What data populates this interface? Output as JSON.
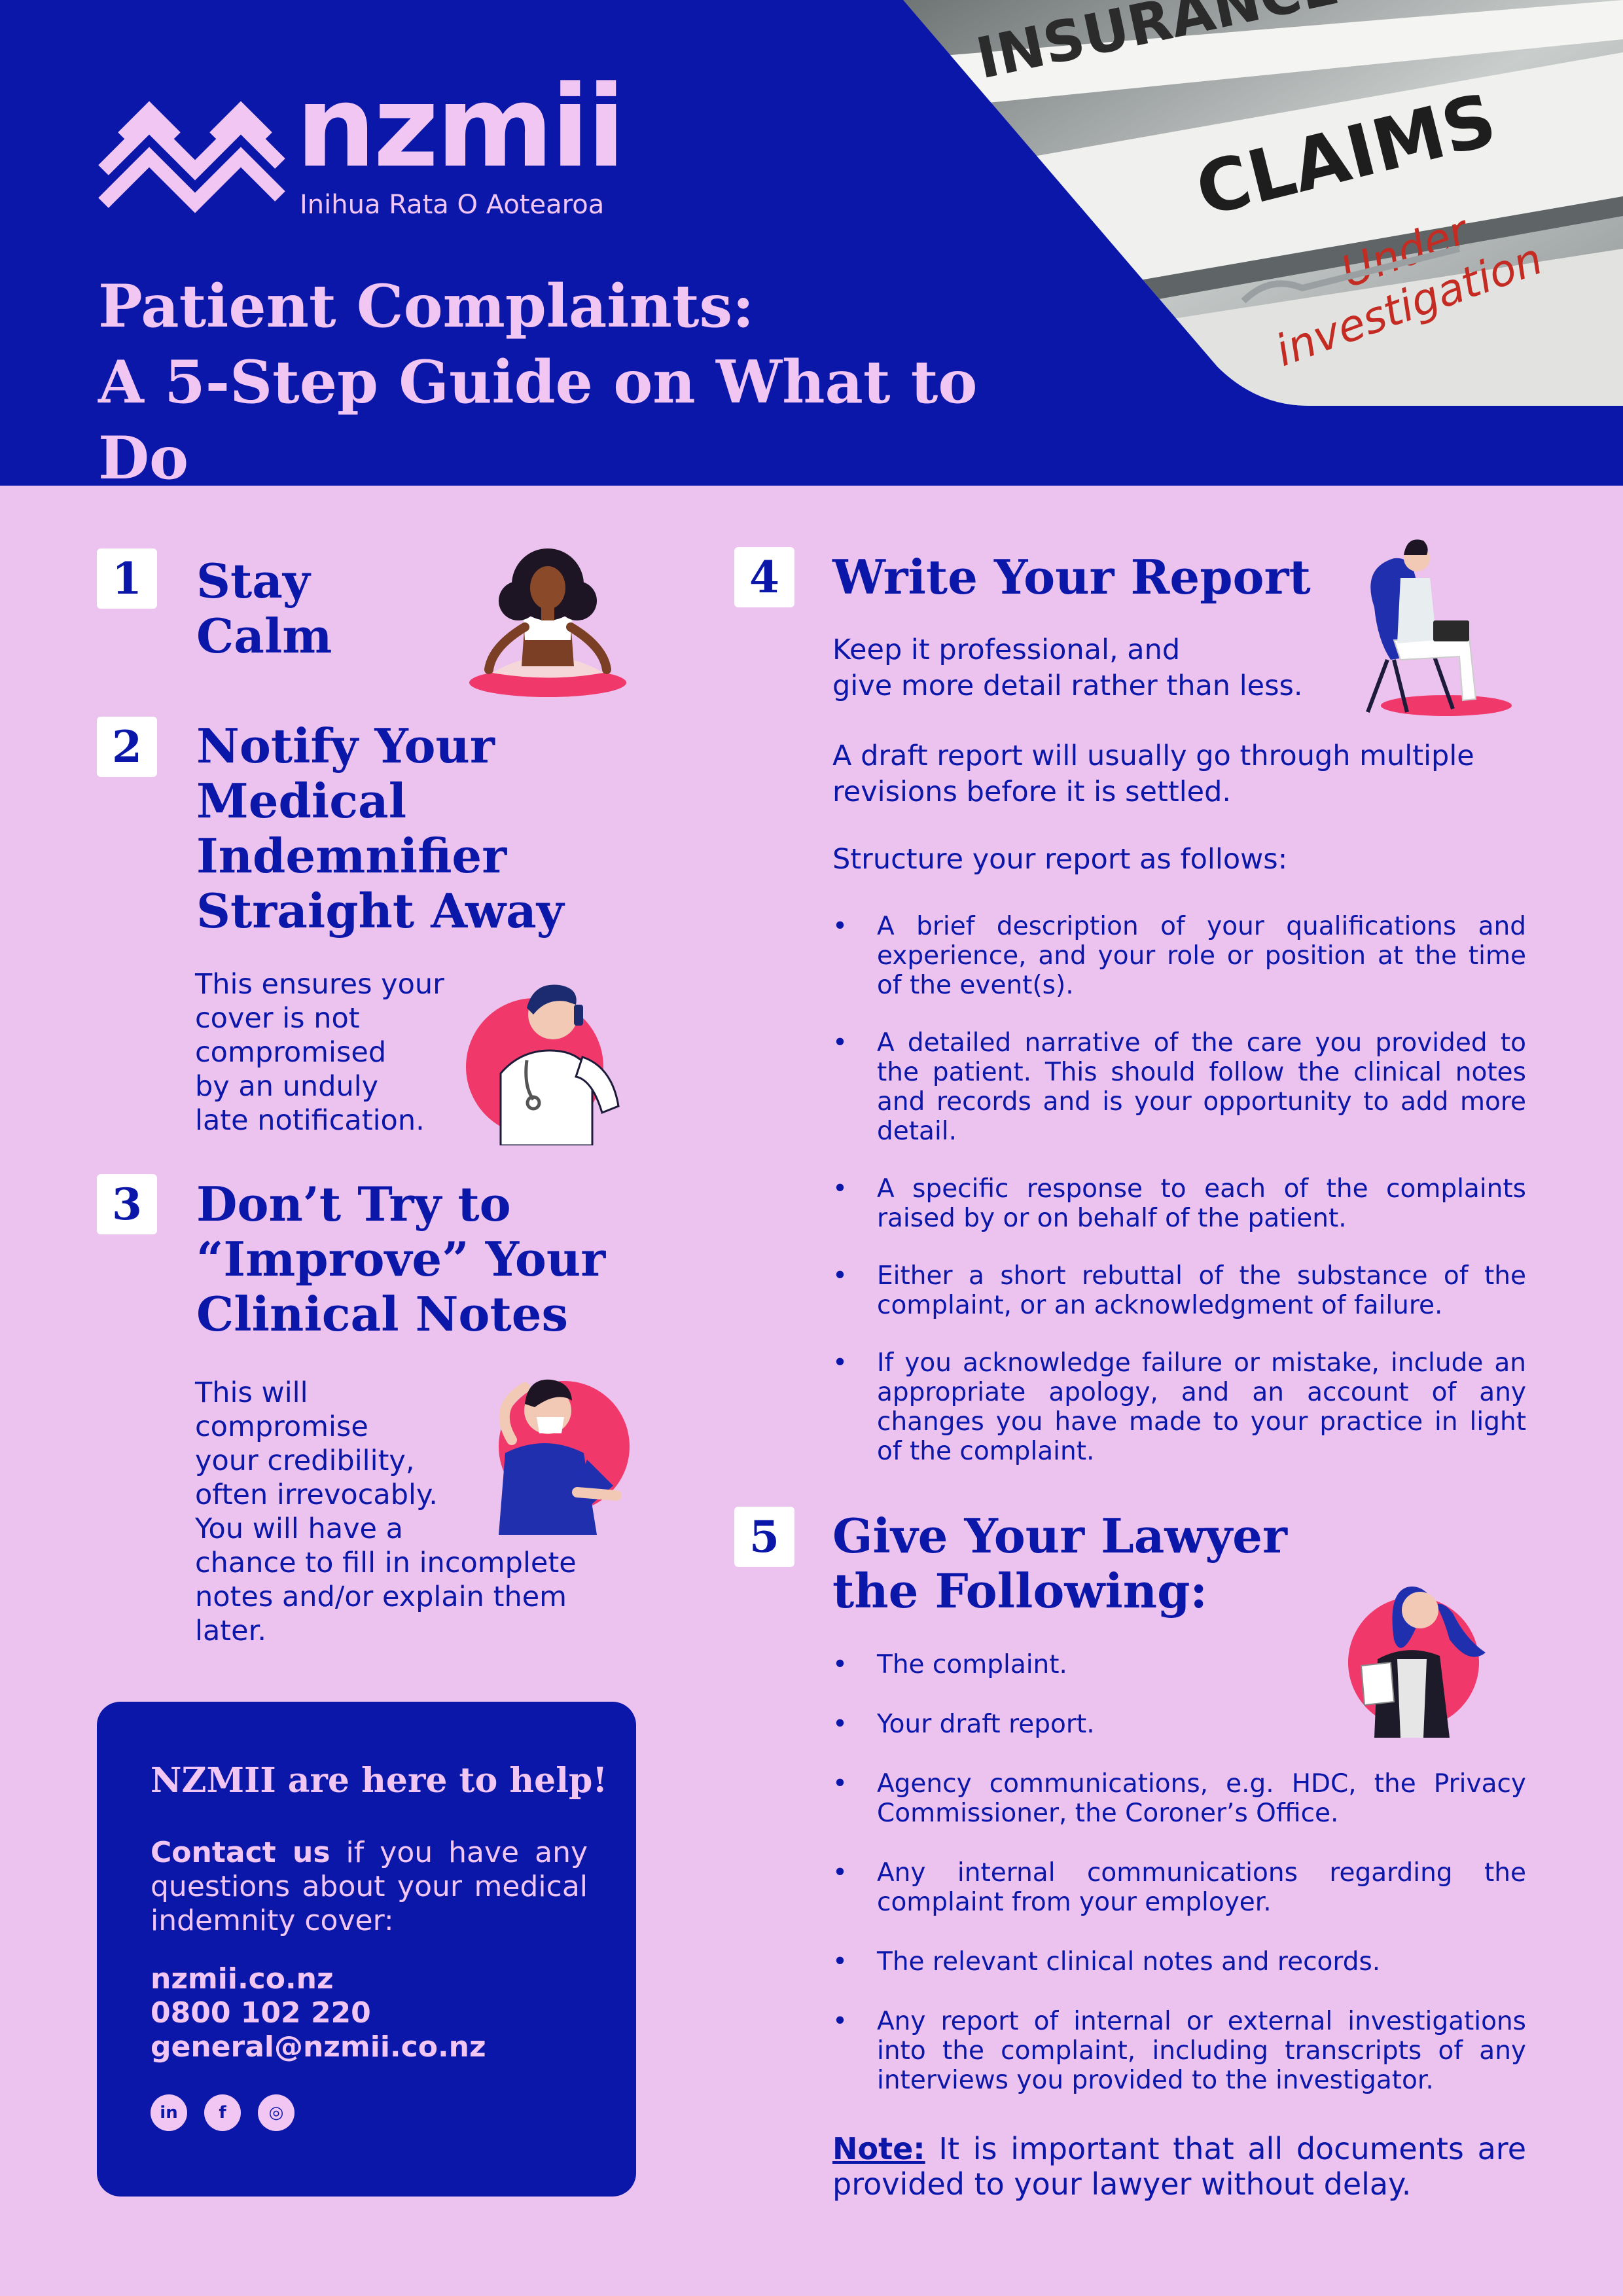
{
  "header": {
    "brand": "nzmii",
    "tagline": "Inihua Rata O Aotearoa",
    "title_line1": "Patient Complaints:",
    "title_line2": "A 5-Step Guide on What to Do",
    "photo_words": {
      "insurance": "INSURANCE",
      "claims": "CLAIMS",
      "under": "Under",
      "investigation": "investigation"
    }
  },
  "steps": {
    "s1": {
      "num": "1",
      "line1": "Stay",
      "line2": "Calm"
    },
    "s2": {
      "num": "2",
      "line1": "Notify Your",
      "line2": "Medical",
      "line3": "Indemnifier",
      "line4": "Straight Away",
      "body": [
        "This ensures your",
        "cover is not",
        "compromised",
        "by an unduly",
        "late notification."
      ]
    },
    "s3": {
      "num": "3",
      "line1": "Don’t Try to",
      "line2": "“Improve” Your",
      "line3": "Clinical Notes",
      "body": [
        "This will",
        "compromise",
        "your credibility,",
        "often irrevocably.",
        "You will have a",
        "chance to fill in incomplete",
        "notes and/or explain them",
        "later."
      ]
    },
    "s4": {
      "num": "4",
      "title": "Write Your Report",
      "intro1": "Keep it professional, and",
      "intro2": "give more detail rather than less.",
      "draft1": "A draft report will usually go through multiple",
      "draft2": "revisions before it is settled.",
      "structure": "Structure your report as follows:",
      "bullets": [
        "A brief description of your qualifications and experience, and your role or position at the time of the event(s).",
        "A detailed narrative of the care you provided to the patient. This should follow the clinical notes and records and is your opportunity to add more detail.",
        "A specific response to each of the complaints raised by or on behalf of the patient.",
        "Either a short rebuttal of the substance of the complaint, or an acknowledgment of failure.",
        "If you acknowledge failure or mistake, include an appropriate apology, and an account of any changes you have made to your practice in light of the complaint."
      ]
    },
    "s5": {
      "num": "5",
      "line1": "Give Your Lawyer",
      "line2": "the Following:",
      "bullets": [
        "The complaint.",
        "Your draft report.",
        "Agency communications, e.g. HDC, the Privacy Commissioner, the Coroner’s Office.",
        "Any internal communications regarding the complaint from your employer.",
        "The relevant clinical notes and records.",
        "Any report of internal or external investigations into the complaint, including transcripts of any interviews you provided to the investigator."
      ],
      "note_label": "Note:",
      "note_text": " It is important that all documents are provided to your lawyer without delay."
    }
  },
  "contact": {
    "heading": "NZMII are here to help!",
    "lead": "Contact us",
    "text": " if you have any questions about your medical indemnity cover:",
    "website": "nzmii.co.nz",
    "phone": "0800 102 220",
    "email": "general@nzmii.co.nz",
    "social": [
      {
        "label": "in",
        "icon": "linkedin-icon"
      },
      {
        "label": "f",
        "icon": "facebook-icon"
      },
      {
        "label": "◎",
        "icon": "instagram-icon"
      }
    ]
  },
  "colors": {
    "navy": "#0b17a9",
    "pink_bg": "#ecc3ee",
    "light_pink": "#f2c6f3",
    "accent_red": "#f0386a"
  }
}
